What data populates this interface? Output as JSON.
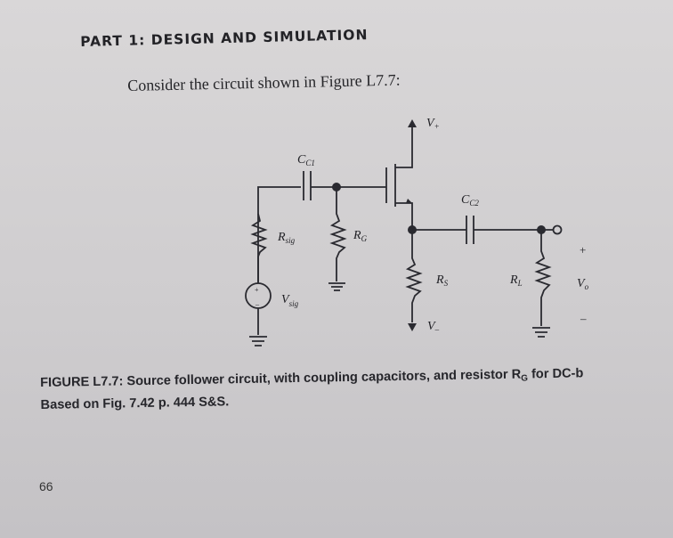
{
  "heading": "PART 1: DESIGN AND SIMULATION",
  "intro": "Consider the circuit shown in Figure L7.7:",
  "circuit_labels": {
    "c_c1": "C",
    "c_c1_sub": "C1",
    "c_c2": "C",
    "c_c2_sub": "C2",
    "r_sig": "R",
    "r_sig_sub": "sig",
    "r_g": "R",
    "r_g_sub": "G",
    "r_s": "R",
    "r_s_sub": "S",
    "r_l": "R",
    "r_l_sub": "L",
    "v_sig": "V",
    "v_sig_sub": "sig",
    "v_plus": "V",
    "v_plus_sub": "+",
    "v_minus": "V",
    "v_minus_sub": "–",
    "v_out": "V",
    "v_out_sub": "o",
    "plus": "+",
    "minus": "–",
    "source_plus": "+",
    "source_minus": "–"
  },
  "caption": {
    "line1_start": "FIGURE L7.7: Source follower circuit, with coupling capacitors, and resistor R",
    "line1_sub": "G",
    "line1_end": " for DC-b",
    "line2": "Based on Fig. 7.42 p. 444 S&S."
  },
  "page_number": "66"
}
